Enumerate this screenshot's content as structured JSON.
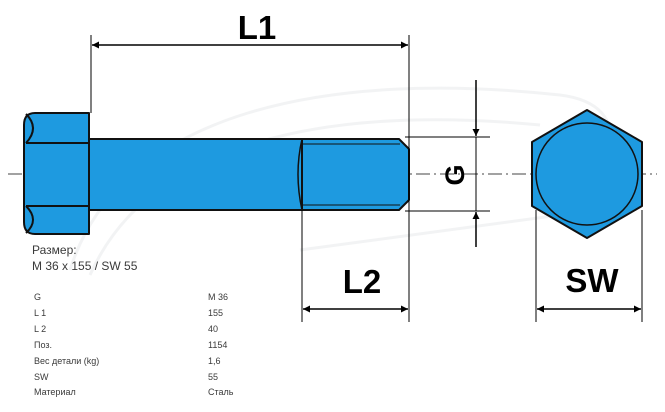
{
  "dimensions": {
    "l1": "L1",
    "l2": "L2",
    "g": "G",
    "sw": "SW"
  },
  "size": {
    "title": "Размер:",
    "value": "M 36 x 155 / SW 55"
  },
  "specs": [
    {
      "label": "G",
      "value": "M 36"
    },
    {
      "label": "L 1",
      "value": "155"
    },
    {
      "label": "L 2",
      "value": "40"
    },
    {
      "label": "Поз.",
      "value": "1154"
    },
    {
      "label": "Вес детали (kg)",
      "value": "1,6"
    },
    {
      "label": "SW",
      "value": "55"
    },
    {
      "label": "Материал",
      "value": "Сталь"
    }
  ],
  "colors": {
    "part_fill": "#1e9ae0",
    "outline": "#111111",
    "dim_line": "#000000"
  }
}
